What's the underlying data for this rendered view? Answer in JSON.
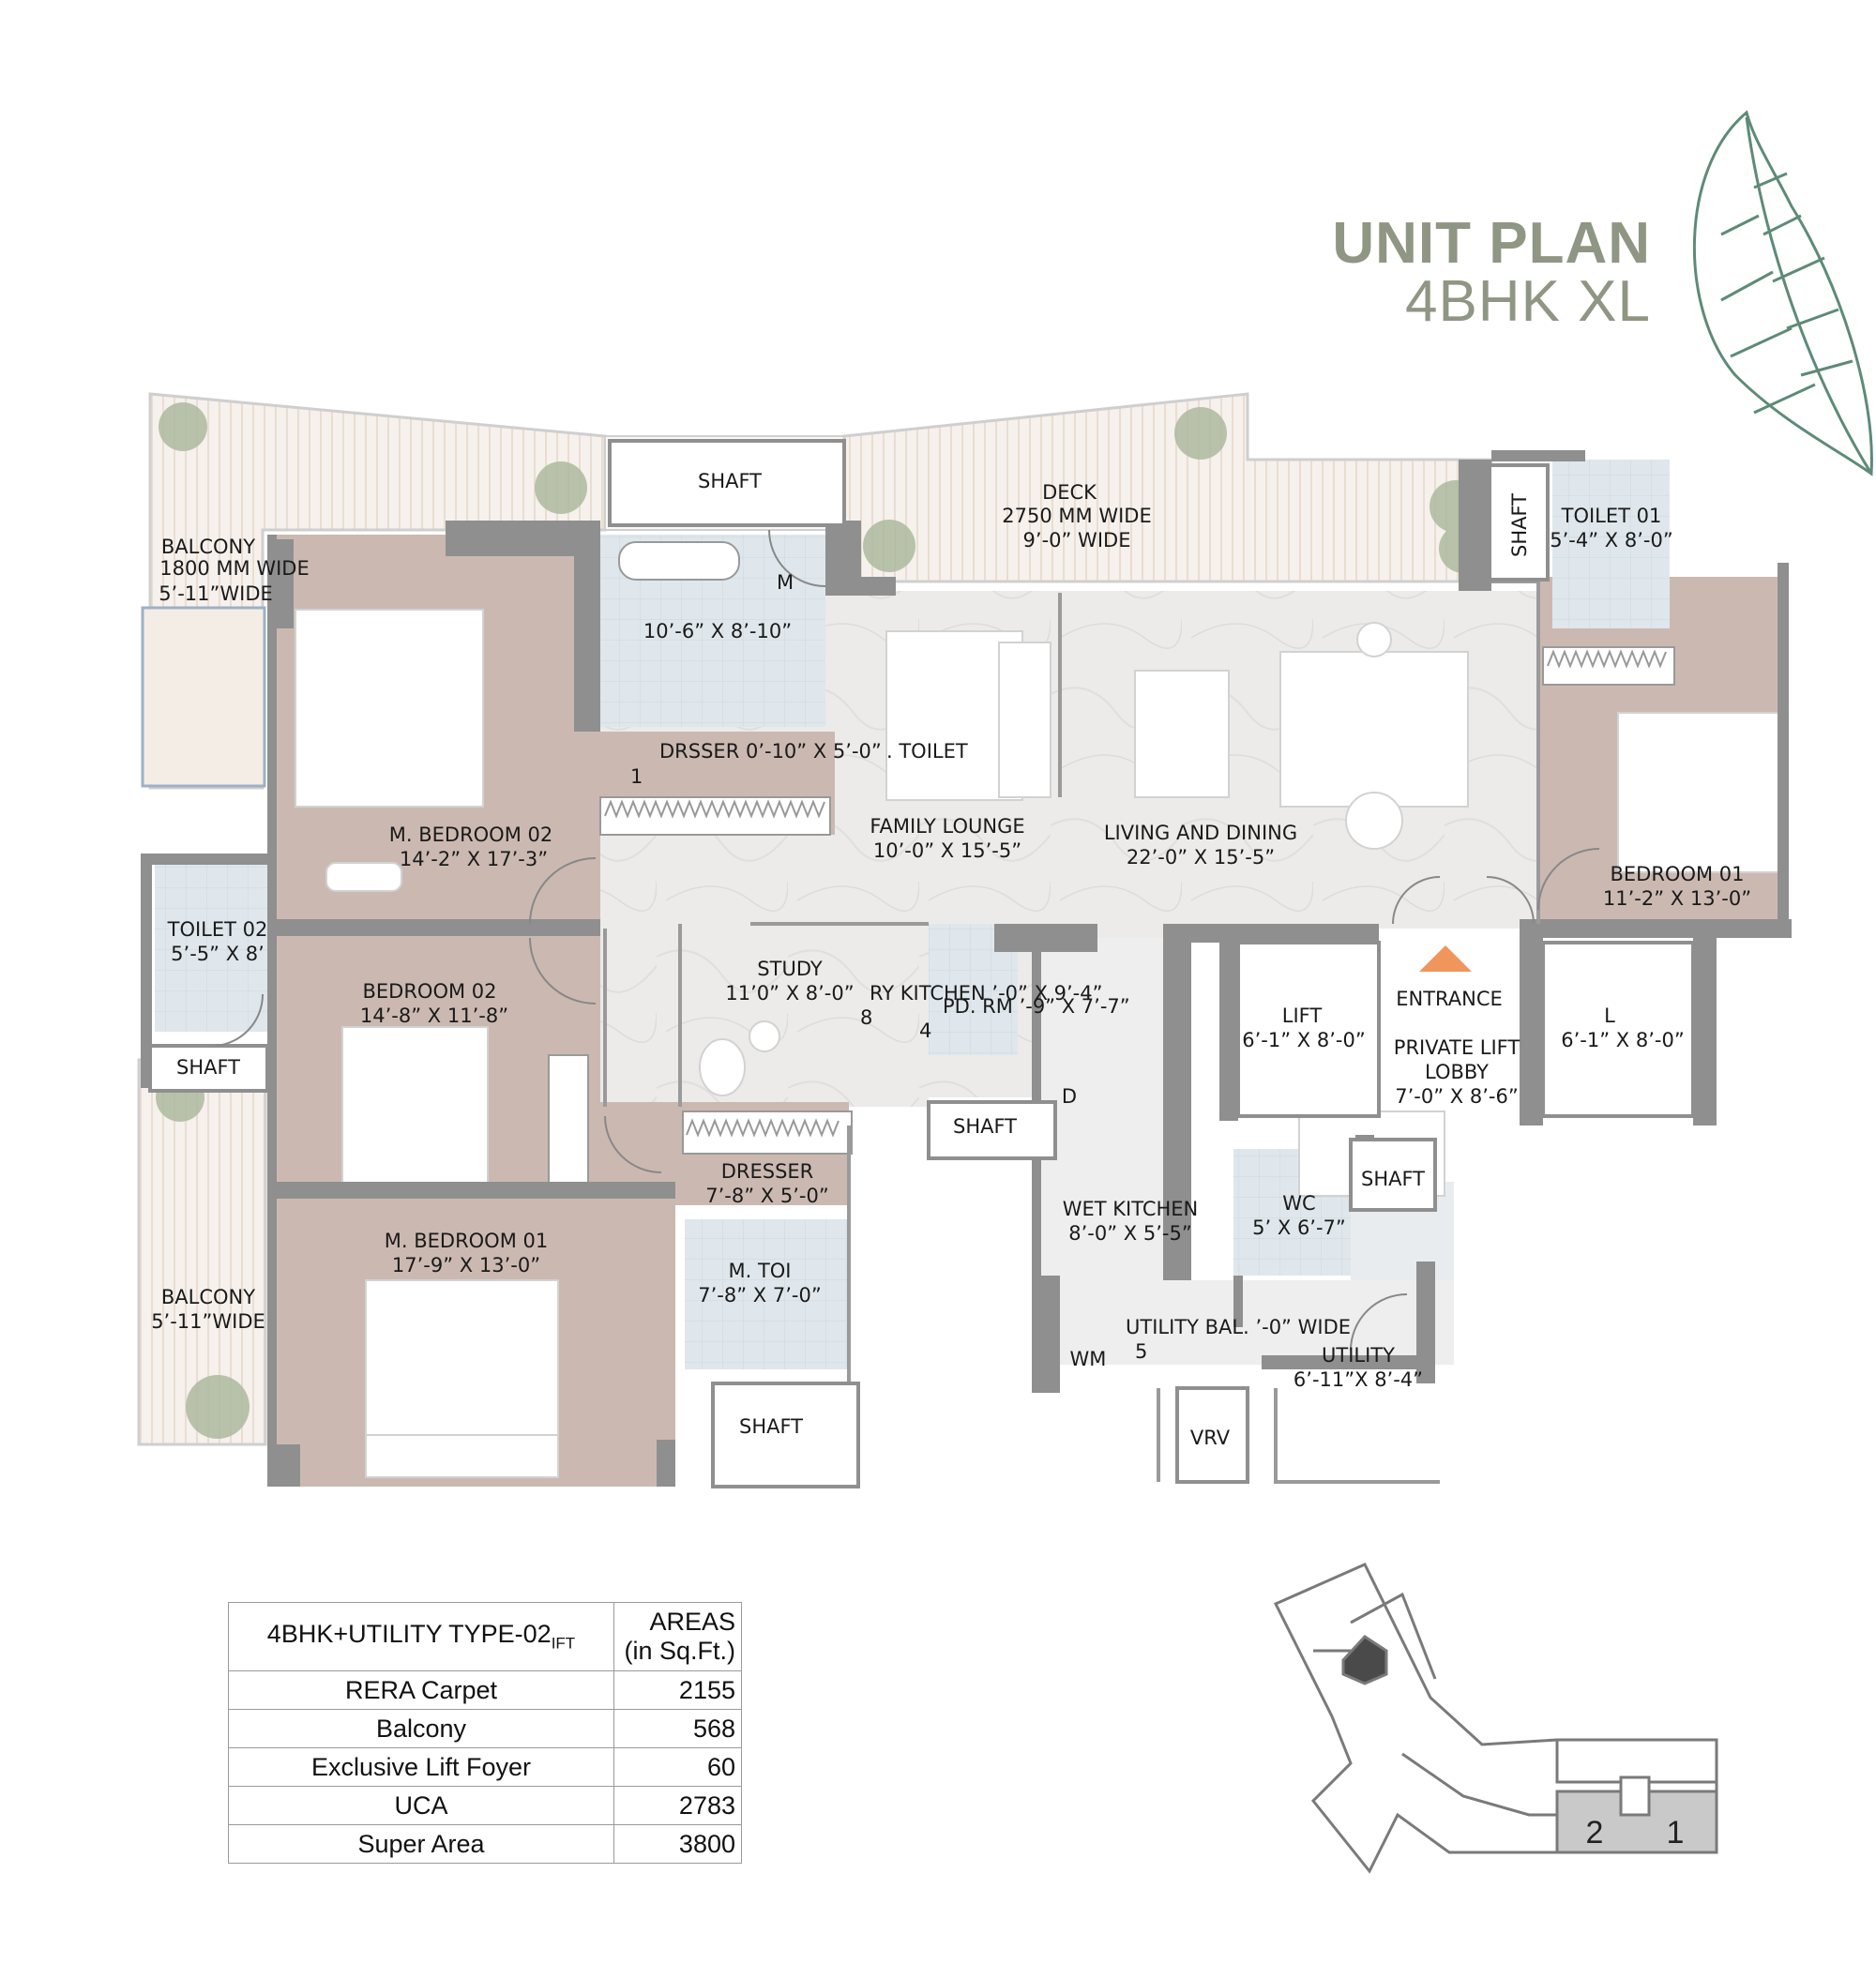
{
  "title": {
    "line1": "UNIT PLAN",
    "line2": "4BHK XL"
  },
  "rooms": {
    "balcony_top": {
      "name": "BALCONY",
      "l1": "1800 MM WIDE",
      "l2": "5’-11”WIDE"
    },
    "shaft_top": "SHAFT",
    "deck": {
      "name": "DECK",
      "l1": "2750 MM WIDE",
      "l2": "9’-0” WIDE"
    },
    "shaft_right": "SHAFT",
    "toilet01": {
      "name": "TOILET 01",
      "dim": "5’-4” X 8’-0”"
    },
    "mtoilet_top": {
      "name": "M",
      "dim": "10’-6” X 8’-10”"
    },
    "drsser": "DRSSER  0’-10” X 5’-0”",
    "toilet_lbl": ". TOILET",
    "marker1": "1",
    "mbed02": {
      "name": "M. BEDROOM 02",
      "dim": "14’-2” X 17’-3”"
    },
    "family": {
      "name": "FAMILY LOUNGE",
      "dim": "10’-0” X 15’-5”"
    },
    "living": {
      "name": "LIVING AND DINING",
      "dim": "22’-0” X 15’-5”"
    },
    "bed01": {
      "name": "BEDROOM 01",
      "dim": "11’-2” X 13’-0”"
    },
    "toilet02": {
      "name": "TOILET 02",
      "dim": "5’-5” X 8’"
    },
    "shaft_left": "SHAFT",
    "bed02": {
      "name": "BEDROOM 02",
      "dim": "14’-8” X 11’-8”"
    },
    "study": {
      "name": "STUDY",
      "dim": "11’0” X 8’-0”"
    },
    "dry_kitchen": "RY KITCHEN  ’-0” X 9’-4”",
    "pd_rm": "PD. RM   ’-9” X 7’-7”",
    "marker8": "8",
    "marker4": "4",
    "shaft_mid": "SHAFT",
    "d_label": "D",
    "lift1": {
      "name": "LIFT",
      "dim": "6’-1” X 8’-0”"
    },
    "entrance": "ENTRANCE",
    "lobby": {
      "l1": "PRIVATE LIFT",
      "l2": "LOBBY",
      "dim": "7’-0” X 8’-6”"
    },
    "lift2": {
      "name": "L",
      "dim": "6’-1” X 8’-0”"
    },
    "balcony_left": {
      "name": "BALCONY",
      "l1": "5’-11”WIDE"
    },
    "dresser": {
      "name": "DRESSER",
      "dim": "7’-8” X 5’-0”"
    },
    "mbed01": {
      "name": "M. BEDROOM 01",
      "dim": "17’-9” X 13’-0”"
    },
    "mtoi": {
      "name": "M. TOI",
      "dim": "7’-8” X 7’-0”"
    },
    "shaft_bottom": "SHAFT",
    "wet_kitchen": {
      "name": "WET KITCHEN",
      "dim": "8’-0” X 5’-5”"
    },
    "wc": {
      "name": "WC",
      "dim": "5’ X 6’-7”"
    },
    "shaft_wc": "SHAFT",
    "utility_bal": "UTILITY BAL.   ’-0” WIDE",
    "marker5": "5",
    "wm": "WM",
    "utility": {
      "name": "UTILITY",
      "dim": "6’-11”X 8’-4”"
    },
    "vrv": "VRV"
  },
  "area_table": {
    "header_type": "4BHK+UTILITY TYPE-02",
    "header_sub": "IFT",
    "header_areas_l1": "AREAS",
    "header_areas_l2": "(in Sq.Ft.)",
    "rows": [
      {
        "label": "RERA Carpet",
        "value": "2155"
      },
      {
        "label": "Balcony",
        "value": "568"
      },
      {
        "label": "Exclusive Lift Foyer",
        "value": "60"
      },
      {
        "label": "UCA",
        "value": "2783"
      },
      {
        "label": "Super Area",
        "value": "3800"
      }
    ]
  },
  "key_plan": {
    "unit2": "2",
    "unit1": "1"
  },
  "colors": {
    "title": "#8f9683",
    "wood": "#cbb9b1",
    "wall": "#8f8f8f",
    "marble": "#ecebea",
    "tile": "#dde6ec",
    "entrance_arrow": "#f0955c",
    "leaf": "#5d8b78"
  }
}
